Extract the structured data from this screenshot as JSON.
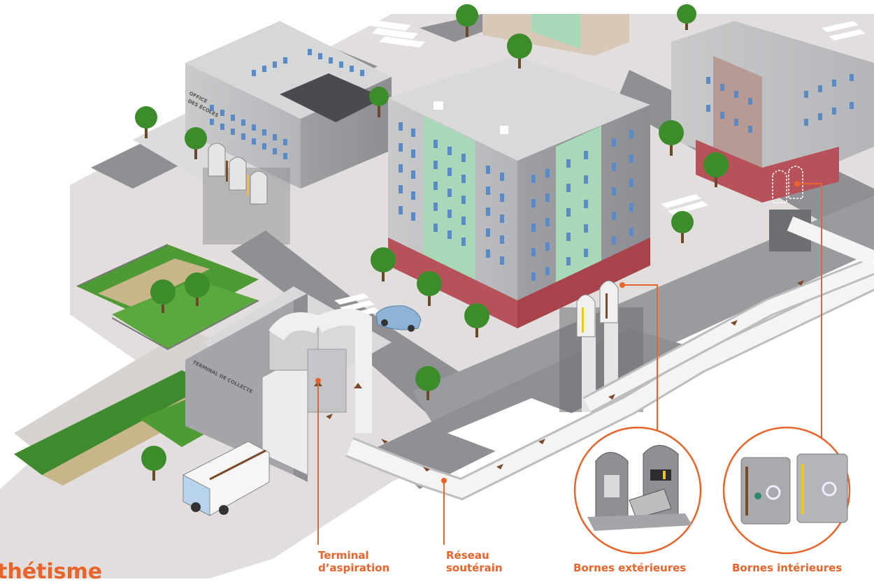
{
  "labels": {
    "terminal_aspiration": [
      "Terminal",
      "d’aspiration"
    ],
    "reseau_souterrain": [
      "Réseau",
      "soutérain"
    ],
    "bornes_exterieures": "Bornes extérieures",
    "bornes_interieures": "Bornes intérieures"
  },
  "signs": {
    "office_des_ecoles": [
      "OFFICE",
      "DES ÉCOLES"
    ],
    "terminal_de_collecte": "TERMINAL DE COLLECTE"
  },
  "cut_heading": "thétisme",
  "colors": {
    "accent": "#e8642a",
    "pipe": "#f4f4f4",
    "arrow": "#7a4a2a",
    "grass": "#4e9a35",
    "facade_green": "#a8d8b8",
    "brick": "#b8525a"
  }
}
